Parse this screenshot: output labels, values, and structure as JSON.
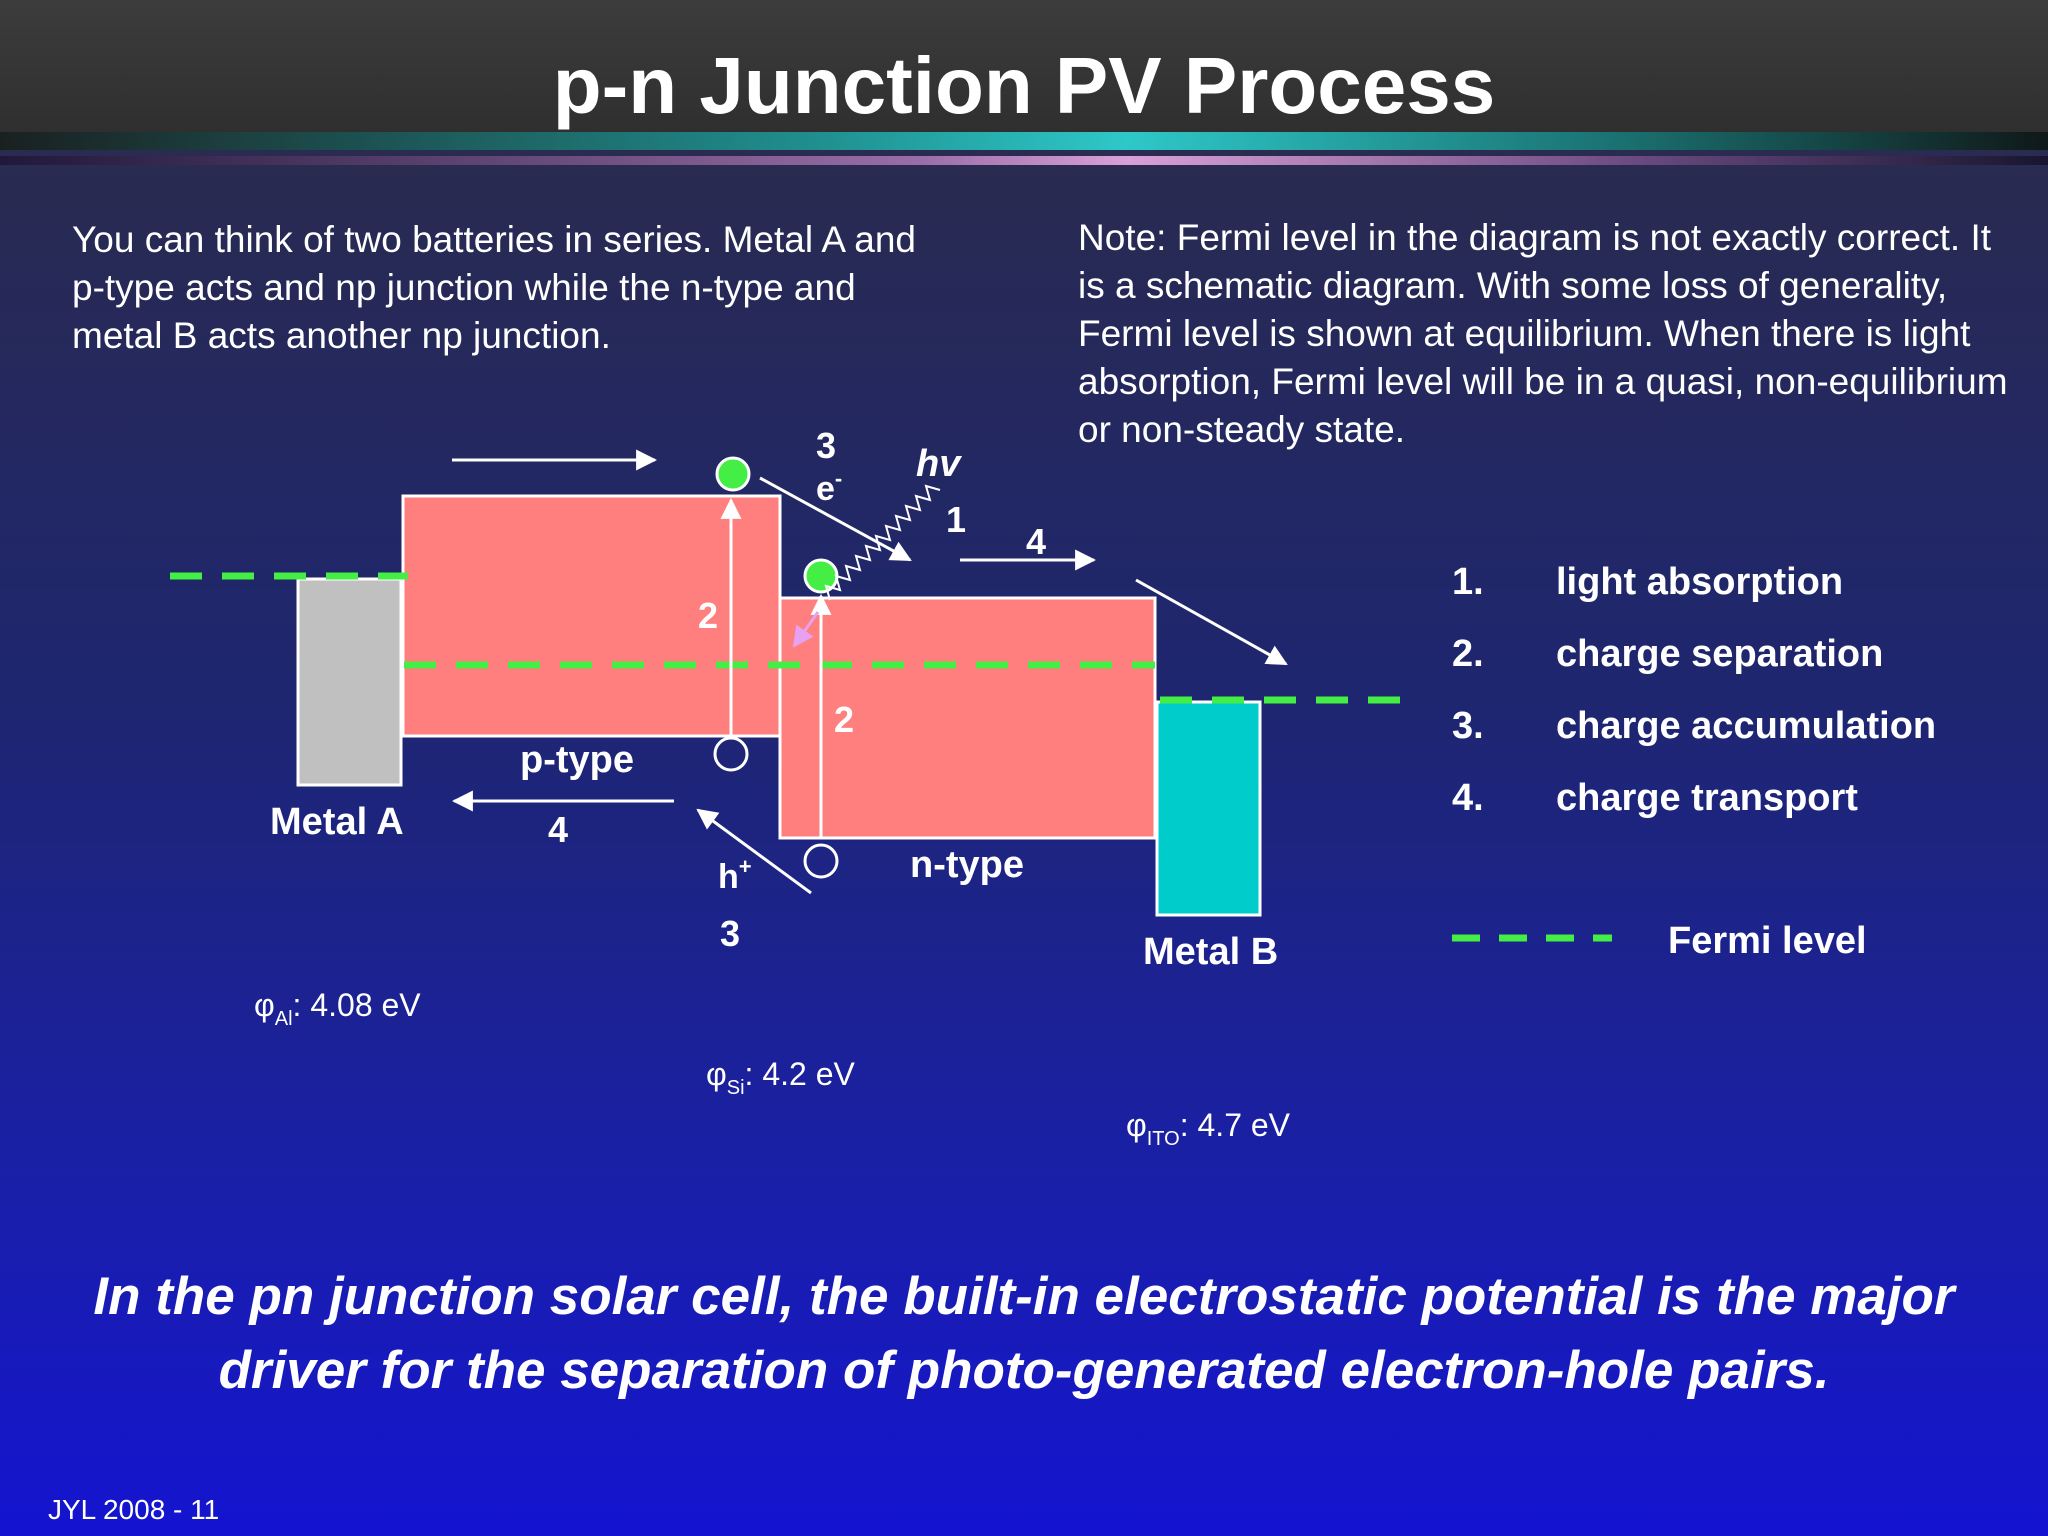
{
  "slide": {
    "title": "p-n Junction PV Process",
    "footer": "JYL 2008 - 11"
  },
  "intro_text": "You can think of two batteries in series. Metal A and p-type acts and np junction while the n-type and metal B acts another np junction.",
  "note_text": "Note: Fermi level in the diagram is not exactly correct. It is a schematic diagram. With some loss of generality, Fermi level is shown at equilibrium. When there is light absorption, Fermi level will be in a quasi, non-equilibrium or non-steady state.",
  "diagram": {
    "labels": {
      "metal_a": "Metal A",
      "metal_b": "Metal B",
      "p_type": "p-type",
      "n_type": "n-type",
      "photon": "hv",
      "electron": "e",
      "electron_sup": "-",
      "hole": "h",
      "hole_sup": "+"
    },
    "step_markers": {
      "absorption": "1",
      "separation_p": "2",
      "separation_n": "2",
      "accumulation_e": "3",
      "accumulation_h": "3",
      "transport_e": "4",
      "transport_h": "4"
    },
    "work_functions": [
      {
        "symbol": "φ",
        "sub": "Al",
        "value": ": 4.08 eV"
      },
      {
        "symbol": "φ",
        "sub": "Si",
        "value": ": 4.2 eV"
      },
      {
        "symbol": "φ",
        "sub": "ITO",
        "value": ": 4.7 eV"
      }
    ],
    "colors": {
      "semiconductor": "#ff7f7f",
      "metal_a": "#c0c0c0",
      "metal_b": "#00cccc",
      "fermi": "#44ee44",
      "electron": "#44ee44"
    }
  },
  "legend": {
    "items": [
      {
        "num": "1.",
        "text": "light absorption"
      },
      {
        "num": "2.",
        "text": "charge separation"
      },
      {
        "num": "3.",
        "text": "charge accumulation"
      },
      {
        "num": "4.",
        "text": "charge transport"
      }
    ],
    "fermi_label": "Fermi level"
  },
  "conclusion": "In the pn junction solar cell, the built-in electrostatic potential is the major driver for the separation of photo-generated electron-hole pairs."
}
